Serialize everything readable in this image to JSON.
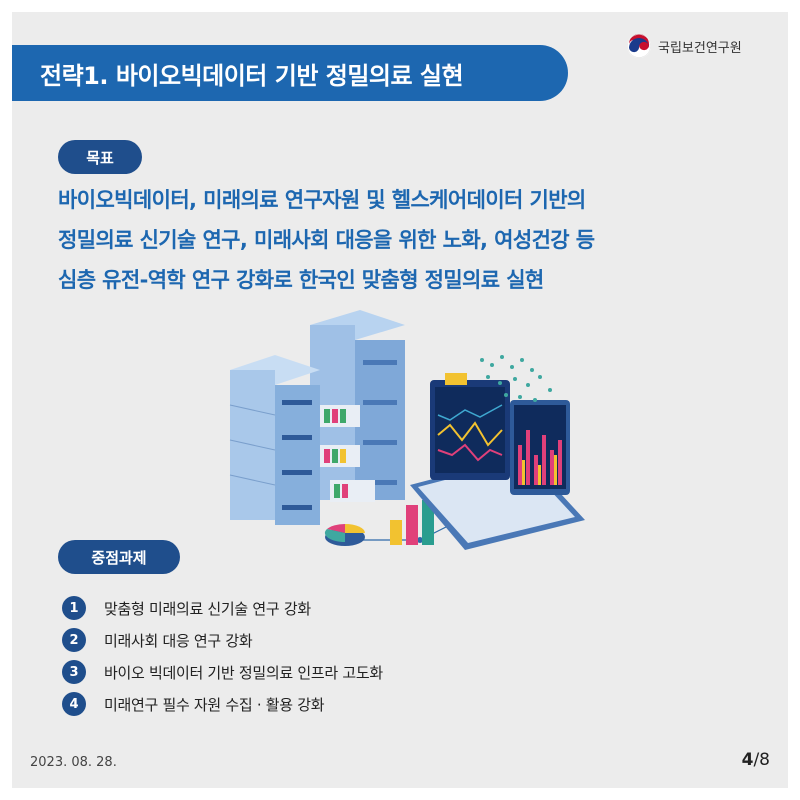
{
  "header": {
    "title": "전략1. 바이오빅데이터 기반 정밀의료 실현",
    "agency_name": "국립보건연구원"
  },
  "goal": {
    "label": "목표",
    "lines": [
      "바이오빅데이터, 미래의료 연구자원 및 헬스케어데이터 기반의",
      "정밀의료 신기술 연구, 미래사회 대응을 위한 노화, 여성건강 등",
      "심층 유전-역학 연구 강화로 한국인 맞춤형 정밀의료 실현"
    ]
  },
  "illustration": {
    "icon": "data-server-laptop-illustration"
  },
  "tasks": {
    "label": "중점과제",
    "items": [
      {
        "num": "1",
        "text": "맞춤형 미래의료 신기술 연구 강화"
      },
      {
        "num": "2",
        "text": "미래사회 대응 연구 강화"
      },
      {
        "num": "3",
        "text": "바이오 빅데이터 기반 정밀의료 인프라 고도화"
      },
      {
        "num": "4",
        "text": "미래연구 필수 자원 수집 · 활용 강화"
      }
    ]
  },
  "footer": {
    "date": "2023. 08. 28.",
    "page_current": "4",
    "page_total": "/8"
  },
  "colors": {
    "title_bar": "#1d67b0",
    "pill": "#1f4e8c",
    "goal_text": "#1d67b0",
    "background": "#ececec"
  }
}
